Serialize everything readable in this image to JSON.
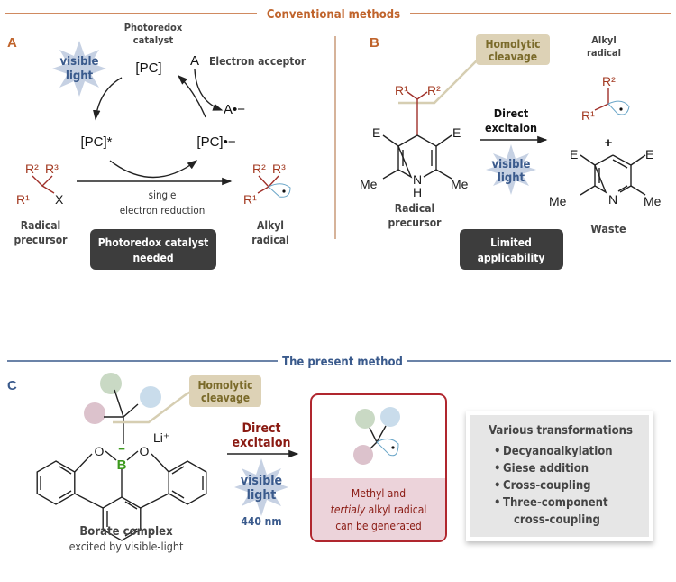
{
  "colors": {
    "conventional": "#c0642c",
    "present": "#3a5a8c",
    "substituent": "#a33a22",
    "dark_box": "#3d3d3d",
    "red_box": "#b0262e",
    "pink_fill": "#ecd3da",
    "cleavage_box": "#ddd2b6",
    "gray_box": "#e6e6e6",
    "star": "#b8c6dc",
    "boron": "#3d9a1e"
  },
  "headers": {
    "conventional": "Conventional methods",
    "present": "The present method"
  },
  "panelA": {
    "label": "A",
    "catalyst_title": [
      "Photoredox",
      "catalyst"
    ],
    "visible_light": [
      "visible",
      "light"
    ],
    "pc": "[PC]",
    "acceptor": "A",
    "acceptor_label": "Electron acceptor",
    "acceptor_reduced": "A•−",
    "pc_excited": "[PC]*",
    "pc_reduced": "[PC]•−",
    "precursor": {
      "r2": "R²",
      "r3": "R³",
      "r1": "R¹",
      "x": "X"
    },
    "reaction_label": [
      "single",
      "electron reduction"
    ],
    "precursor_label": [
      "Radical",
      "precursor"
    ],
    "product": {
      "r2": "R²",
      "r3": "R³",
      "r1": "R¹"
    },
    "product_label": [
      "Alkyl",
      "radical"
    ],
    "note": [
      "Photoredox catalyst",
      "needed"
    ]
  },
  "panelB": {
    "label": "B",
    "cleavage": [
      "Homolytic",
      "cleavage"
    ],
    "product_label": [
      "Alkyl",
      "radical"
    ],
    "precursor": {
      "r1": "R¹",
      "r2": "R²",
      "e": "E",
      "me": "Me",
      "n": "N",
      "h": "H"
    },
    "condition": [
      "Direct",
      "excitaion"
    ],
    "visible_light": [
      "visible",
      "light"
    ],
    "product": {
      "r1": "R¹",
      "r2": "R²"
    },
    "plus": "+",
    "waste": {
      "e": "E",
      "me": "Me",
      "n": "N",
      "label": "Waste"
    },
    "precursor_label": [
      "Radical",
      "precursor"
    ],
    "note": [
      "Limited",
      "applicability"
    ]
  },
  "panelC": {
    "label": "C",
    "cleavage": [
      "Homolytic",
      "cleavage"
    ],
    "li": "Li⁺",
    "o": "O",
    "b": "B",
    "charge": "−",
    "condition": [
      "Direct",
      "excitaion"
    ],
    "visible_light": [
      "visible",
      "light"
    ],
    "wavelength": "440 nm",
    "complex_label": "Borate complex",
    "complex_sub": "excited by visible-light",
    "result": {
      "line1": "Methyl and",
      "italic": "tertialy",
      "line2_rest": " alkyl radical",
      "line3": "can be generated"
    },
    "transformations": {
      "title": "Various transformations",
      "items": [
        "Decyanoalkylation",
        "Giese addition",
        "Cross-coupling",
        "Three-component",
        "cross-coupling"
      ]
    }
  }
}
